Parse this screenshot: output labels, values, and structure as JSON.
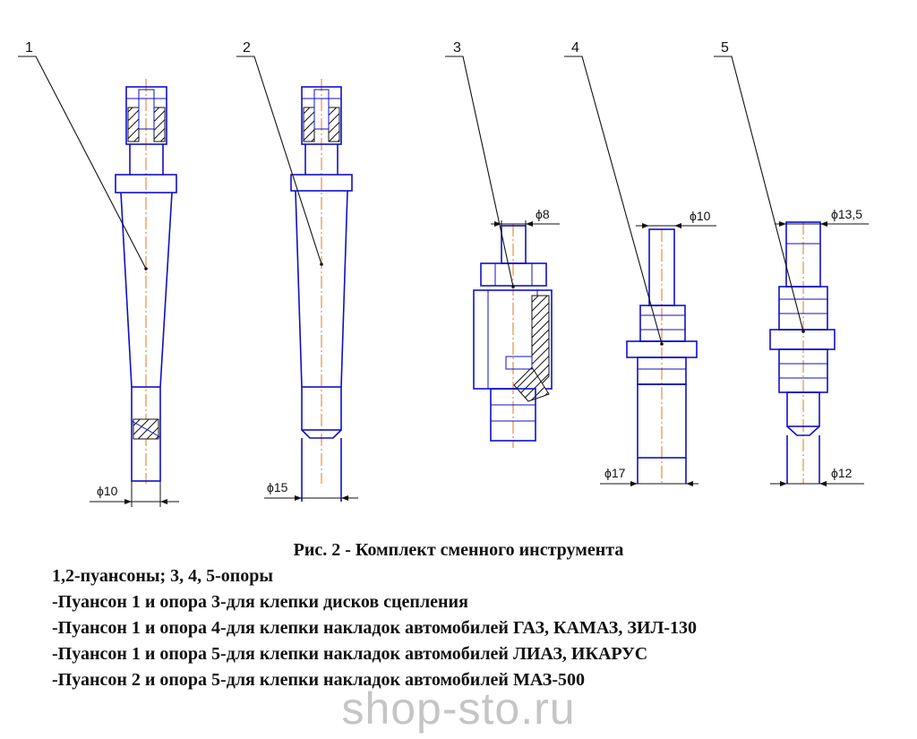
{
  "parts": [
    {
      "number": "1",
      "diameter": "ϕ10"
    },
    {
      "number": "2",
      "diameter": "ϕ15"
    },
    {
      "number": "3",
      "diameter": "ϕ8"
    },
    {
      "number": "4",
      "diameter_top": "ϕ10",
      "diameter_bottom": "ϕ17"
    },
    {
      "number": "5",
      "diameter_top": "ϕ13,5",
      "diameter_bottom": "ϕ12"
    }
  ],
  "caption": {
    "title": "Рис. 2 - Комплект сменного инструмента",
    "lines": [
      "1,2-пуансоны; 3, 4, 5-опоры",
      "-Пуансон 1 и опора 3-для клепки дисков сцепления",
      "-Пуансон 1 и опора 4-для клепки накладок автомобилей ГАЗ, КАМАЗ, ЗИЛ-130",
      "-Пуансон 1 и опора 5-для клепки накладок автомобилей ЛИАЗ, ИКАРУС",
      "-Пуансон 2 и опора 5-для клепки накладок автомобилей МАЗ-500"
    ]
  },
  "watermark": "shop-sto.ru",
  "colors": {
    "outline": "#1010c8",
    "axis": "#e07a1a",
    "leader": "#111111"
  }
}
